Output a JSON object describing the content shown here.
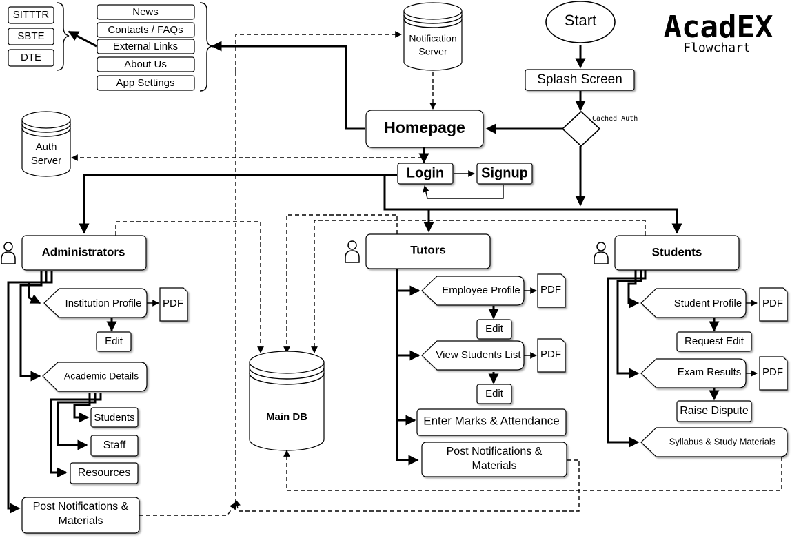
{
  "title": "AcadEX",
  "subtitle": "Flowchart",
  "external": [
    "SITTTR",
    "SBTE",
    "DTE"
  ],
  "menu": [
    "News",
    "Contacts / FAQs",
    "External Links",
    "About Us",
    "App Settings"
  ],
  "servers": {
    "notification": [
      "Notification",
      "Server"
    ],
    "auth": [
      "Auth",
      "Server"
    ],
    "main_db": "Main DB"
  },
  "flow": {
    "start": "Start",
    "splash": "Splash Screen",
    "cached_auth": "Cached Auth",
    "homepage": "Homepage",
    "login": "Login",
    "signup": "Signup"
  },
  "admin": {
    "title": "Administrators",
    "institution_profile": "Institution Profile",
    "pdf": "PDF",
    "edit": "Edit",
    "academic_details": "Academic Details",
    "students": "Students",
    "staff": "Staff",
    "resources": "Resources",
    "post": [
      "Post Notifications &",
      "Materials"
    ]
  },
  "tutors": {
    "title": "Tutors",
    "employee_profile": "Employee Profile",
    "pdf": "PDF",
    "edit": "Edit",
    "view_students": "View Students List",
    "enter_marks": "Enter Marks & Attendance",
    "post": [
      "Post Notifications &",
      "Materials"
    ]
  },
  "students": {
    "title": "Students",
    "student_profile": "Student Profile",
    "pdf": "PDF",
    "request_edit": "Request Edit",
    "exam_results": "Exam Results",
    "raise_dispute": "Raise Dispute",
    "syllabus": "Syllabus & Study Materials"
  }
}
